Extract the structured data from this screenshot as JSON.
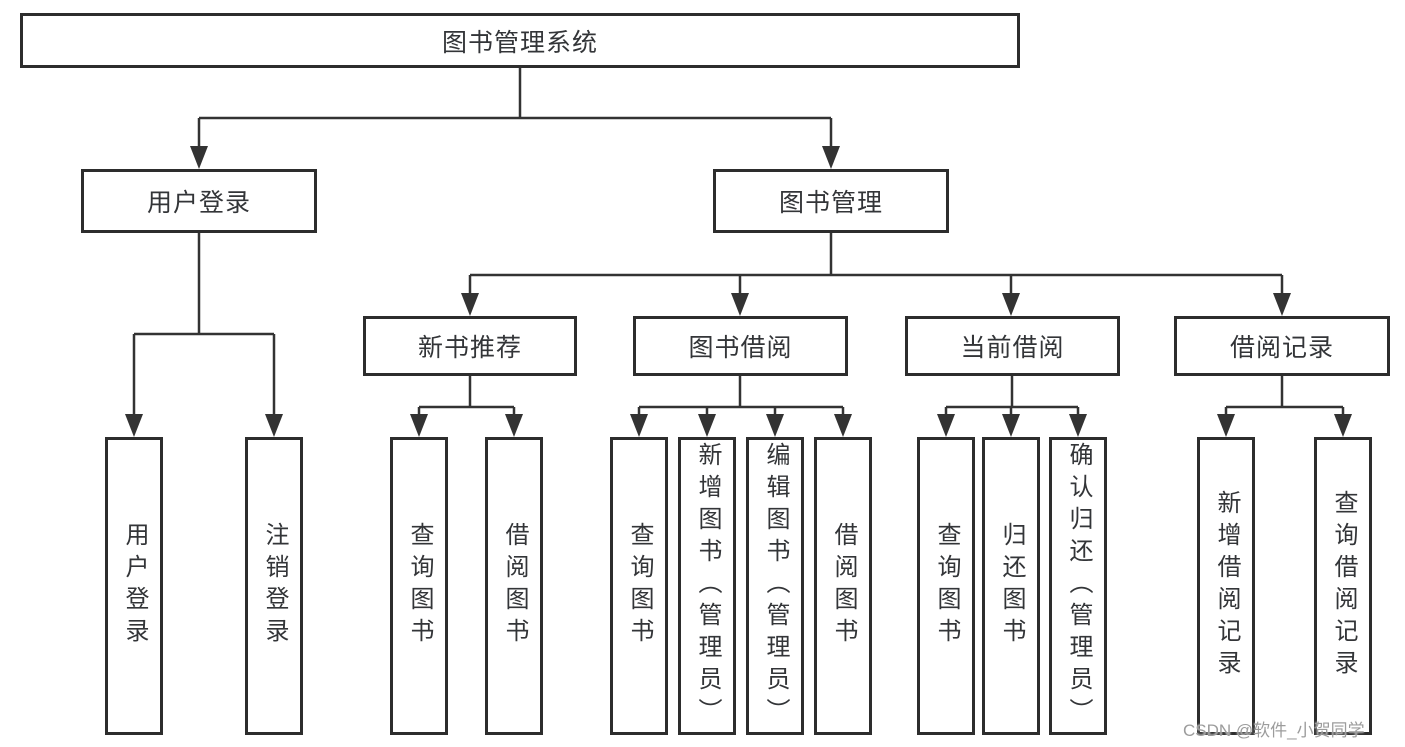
{
  "tree": {
    "label": "图书管理系统",
    "children": [
      {
        "label": "用户登录",
        "children": [
          {
            "label": "用户登录"
          },
          {
            "label": "注销登录"
          }
        ]
      },
      {
        "label": "图书管理",
        "children": [
          {
            "label": "新书推荐",
            "children": [
              {
                "label": "查询图书"
              },
              {
                "label": "借阅图书"
              }
            ]
          },
          {
            "label": "图书借阅",
            "children": [
              {
                "label": "查询图书"
              },
              {
                "label": "新增图书（管理员）"
              },
              {
                "label": "编辑图书（管理员）"
              },
              {
                "label": "借阅图书"
              }
            ]
          },
          {
            "label": "当前借阅",
            "children": [
              {
                "label": "查询图书"
              },
              {
                "label": "归还图书"
              },
              {
                "label": "确认归还（管理员）"
              }
            ]
          },
          {
            "label": "借阅记录",
            "children": [
              {
                "label": "新增借阅记录"
              },
              {
                "label": "查询借阅记录"
              }
            ]
          }
        ]
      }
    ]
  },
  "colors": {
    "line": "#333333",
    "border": "#2d2d2d",
    "text": "#333538",
    "watermark": "#9c9c9c"
  },
  "watermark": "CSDN @软件_小贺同学"
}
